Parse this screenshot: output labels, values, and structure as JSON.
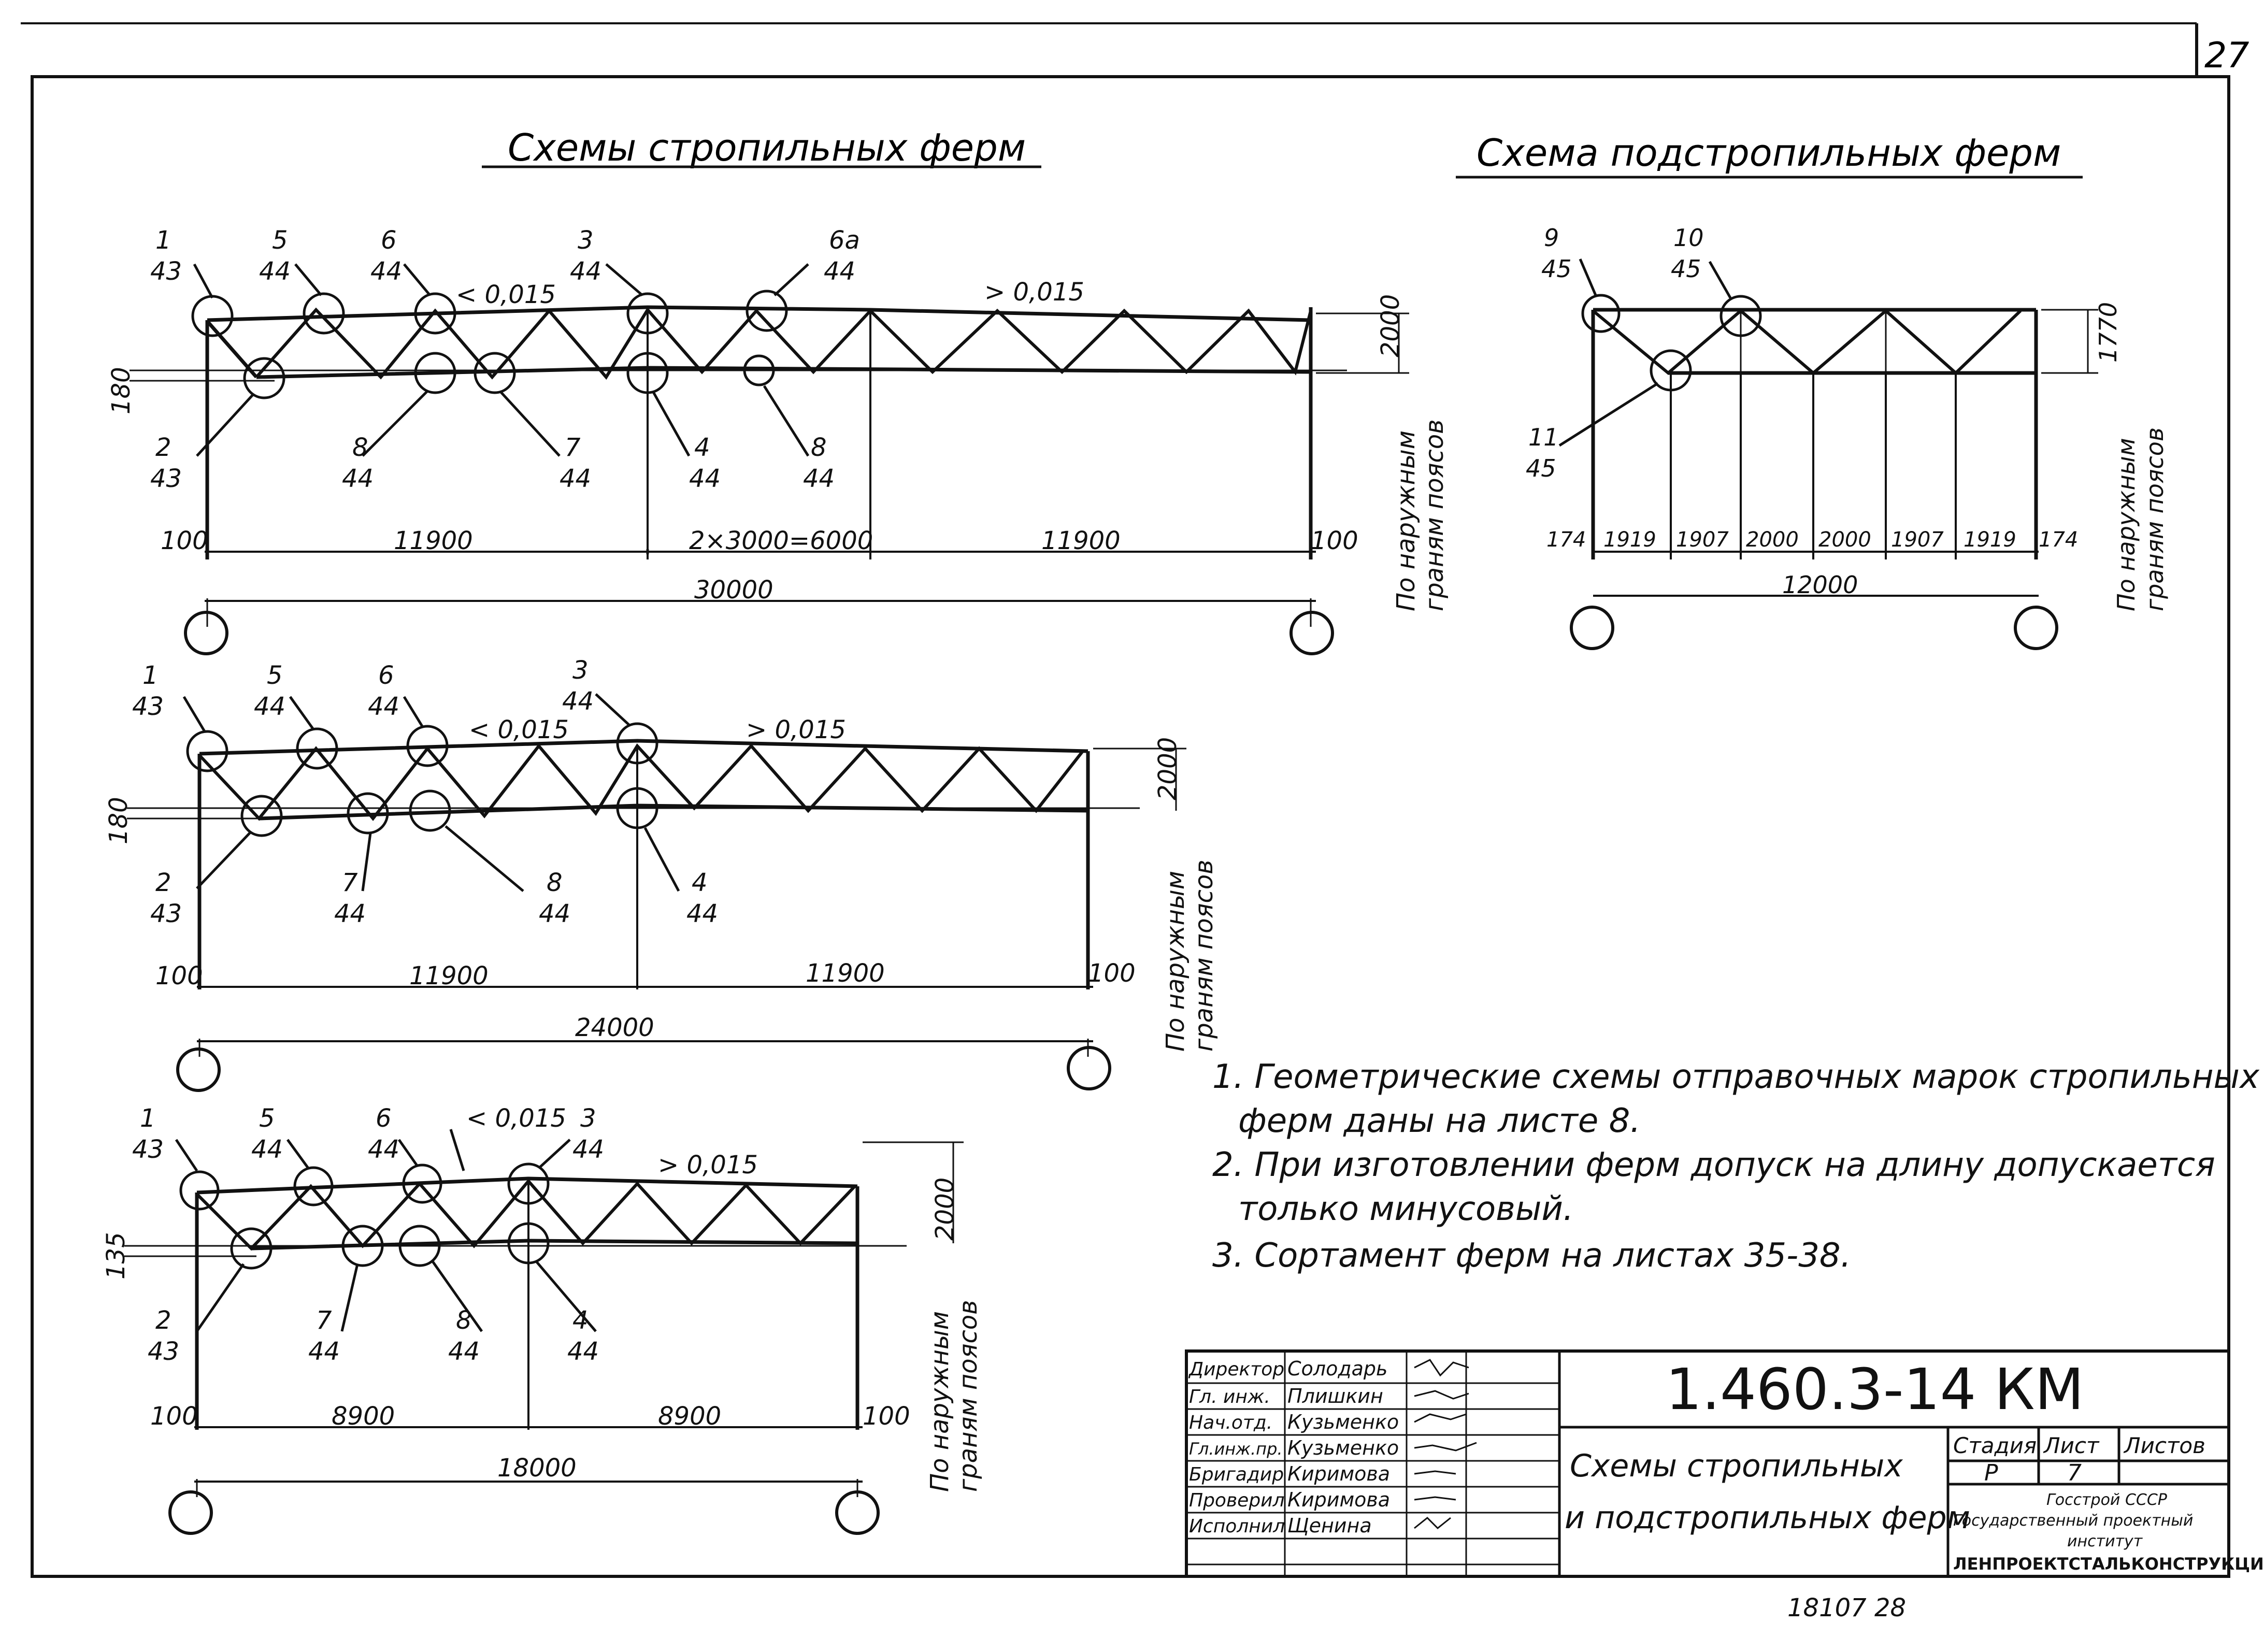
{
  "sheet": {
    "page_number": "27",
    "titles": {
      "rafter": "Схемы стропильных ферм",
      "subrafter": "Схема подстропильных ферм"
    },
    "slope_labels": {
      "down": "< 0,015",
      "up": "> 0,015"
    },
    "vertical_notes": {
      "line1": "По наружным",
      "line2": "граням поясов"
    },
    "truss_30": {
      "callouts": [
        {
          "num": "1",
          "sheet": "43"
        },
        {
          "num": "5",
          "sheet": "44"
        },
        {
          "num": "6",
          "sheet": "44"
        },
        {
          "num": "3",
          "sheet": "44"
        },
        {
          "num": "6а",
          "sheet": "44"
        },
        {
          "num": "2",
          "sheet": "43"
        },
        {
          "num": "8",
          "sheet": "44"
        },
        {
          "num": "7",
          "sheet": "44"
        },
        {
          "num": "4",
          "sheet": "44"
        },
        {
          "num": "8",
          "sheet": "44"
        }
      ],
      "dim_left": "100",
      "dim_a": "11900",
      "dim_mid": "2×3000=6000",
      "dim_b": "11900",
      "dim_right": "100",
      "dim_total": "30000",
      "height": "2000",
      "offset": "180"
    },
    "truss_24": {
      "callouts": [
        {
          "num": "1",
          "sheet": "43"
        },
        {
          "num": "5",
          "sheet": "44"
        },
        {
          "num": "6",
          "sheet": "44"
        },
        {
          "num": "3",
          "sheet": "44"
        },
        {
          "num": "2",
          "sheet": "43"
        },
        {
          "num": "7",
          "sheet": "44"
        },
        {
          "num": "8",
          "sheet": "44"
        },
        {
          "num": "4",
          "sheet": "44"
        }
      ],
      "dim_left": "100",
      "dim_a": "11900",
      "dim_b": "11900",
      "dim_right": "100",
      "dim_total": "24000",
      "height": "2000",
      "offset": "180"
    },
    "truss_18": {
      "callouts": [
        {
          "num": "1",
          "sheet": "43"
        },
        {
          "num": "5",
          "sheet": "44"
        },
        {
          "num": "6",
          "sheet": "44"
        },
        {
          "num": "3",
          "sheet": "44"
        },
        {
          "num": "2",
          "sheet": "43"
        },
        {
          "num": "7",
          "sheet": "44"
        },
        {
          "num": "8",
          "sheet": "44"
        },
        {
          "num": "4",
          "sheet": "44"
        }
      ],
      "dim_left": "100",
      "dim_a": "8900",
      "dim_b": "8900",
      "dim_right": "100",
      "dim_total": "18000",
      "height": "2000",
      "offset": "135"
    },
    "truss_12": {
      "callouts": [
        {
          "num": "9",
          "sheet": "45"
        },
        {
          "num": "10",
          "sheet": "45"
        },
        {
          "num": "11",
          "sheet": "45"
        }
      ],
      "panels": [
        "174",
        "1919",
        "1907",
        "2000",
        "2000",
        "1907",
        "1919",
        "174"
      ],
      "dim_total": "12000",
      "height": "1770"
    },
    "notes": [
      "1. Геометрические схемы отправочных марок стропильных",
      "ферм даны на листе 8.",
      "2. При изготовлении ферм допуск на длину допускается",
      "только минусовый.",
      "3. Сортамент ферм на листах 35-38."
    ],
    "title_block": {
      "code": "1.460.3-14 КМ",
      "sheet_title_1": "Схемы стропильных",
      "sheet_title_2": "и подстропильных ферм",
      "roles": [
        {
          "role": "Директор",
          "name": "Солодарь"
        },
        {
          "role": "Гл. инж.",
          "name": "Плишкин"
        },
        {
          "role": "Нач.отд.",
          "name": "Кузьменко"
        },
        {
          "role": "Гл.инж.пр.",
          "name": "Кузьменко"
        },
        {
          "role": "Бригадир",
          "name": "Киримова"
        },
        {
          "role": "Проверил",
          "name": "Киримова"
        },
        {
          "role": "Исполнил",
          "name": "Щенина"
        }
      ],
      "stage_header": "Стадия",
      "sheet_header": "Лист",
      "sheets_header": "Листов",
      "stage_value": "Р",
      "sheet_value": "7",
      "org_1": "Госстрой СССР",
      "org_2": "Государственный проектный",
      "org_3": "институт",
      "org_4": "ЛЕНПРОЕКТСТАЛЬКОНСТРУКЦИЯ"
    },
    "footer_number": "18107 28"
  }
}
